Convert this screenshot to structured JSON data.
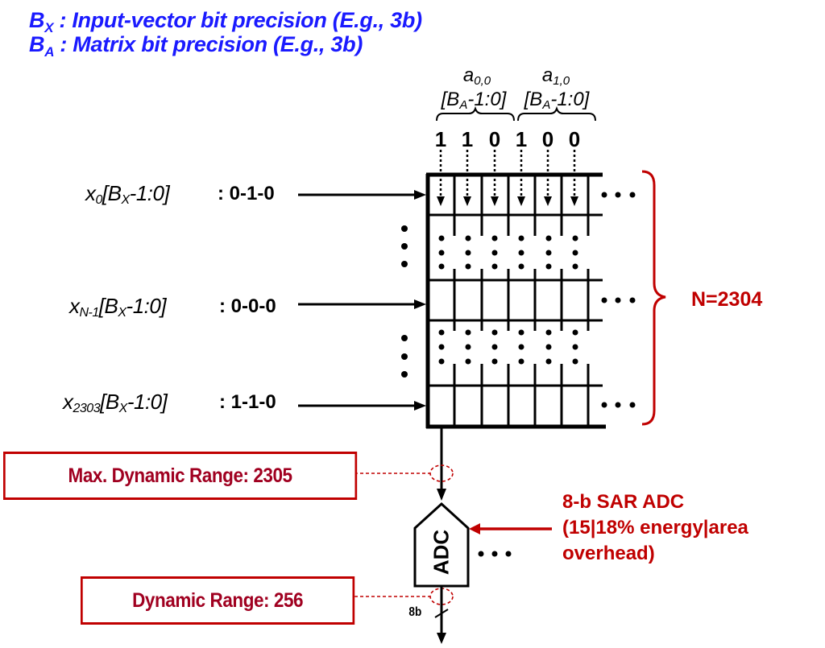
{
  "legend": {
    "bx": {
      "symbol": "B",
      "sub": "X",
      "text": ": Input-vector bit precision (E.g., 3b)"
    },
    "ba": {
      "symbol": "B",
      "sub": "A",
      "text": ": Matrix bit precision (E.g., 3b)"
    }
  },
  "columns": [
    {
      "name": "a",
      "sub": "0,0",
      "range_pre": "[B",
      "range_sub": "A",
      "range_post": "-1:0]"
    },
    {
      "name": "a",
      "sub": "1,0",
      "range_pre": "[B",
      "range_sub": "A",
      "range_post": "-1:0]"
    }
  ],
  "bits": [
    "1",
    "1",
    "0",
    "1",
    "0",
    "0"
  ],
  "inputs": [
    {
      "name": "x",
      "sub": "0",
      "range_pre": "[B",
      "range_sub": "X",
      "range_post": "-1:0]",
      "value": ": 0-1-0"
    },
    {
      "name": "x",
      "sub": "N-1",
      "range_pre": "[B",
      "range_sub": "X",
      "range_post": "-1:0]",
      "value": ": 0-0-0"
    },
    {
      "name": "x",
      "sub": "2303",
      "range_pre": "[B",
      "range_sub": "X",
      "range_post": "-1:0]",
      "value": ": 1-1-0"
    }
  ],
  "n_label": "N=2304",
  "max_dynamic_range": "Max. Dynamic Range: 2305",
  "dynamic_range": "Dynamic Range: 256",
  "adc_label": "ADC",
  "adc_output_bits": "8b",
  "adc_note": [
    "8-b SAR ADC",
    "(15|18% energy|area",
    "overhead)"
  ],
  "colors": {
    "legend_blue": "#1a1aff",
    "accent_red": "#c00000",
    "box_text": "#a00020",
    "line": "#000000"
  }
}
